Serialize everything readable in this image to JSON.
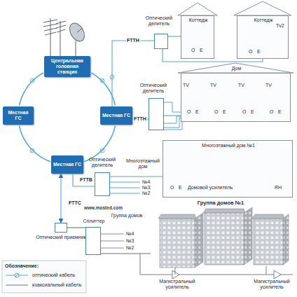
{
  "diagram": {
    "nodes": [
      {
        "text": [
          "Центральная головная станция"
        ]
      },
      {
        "text": [
          "Местная ГС"
        ]
      },
      {
        "text": [
          "Местная ГС"
        ]
      },
      {
        "text": [
          "Местная ГС"
        ]
      },
      {
        "text": [
          "Оптический делитель"
        ]
      },
      {
        "text": [
          "Коттедж"
        ]
      },
      {
        "text": [
          "Коттедж"
        ]
      },
      {
        "text": [
          "Оптический делитель"
        ]
      },
      {
        "text": [
          "Дом"
        ]
      },
      {
        "text": [
          "Многоэтажный дом №1"
        ]
      },
      {
        "text": [
          "Оптический делитель"
        ]
      },
      {
        "text": [
          "Оптический приемник"
        ]
      },
      {
        "text": [
          "Сплиттер"
        ]
      },
      {
        "text": [
          "Группа домов №1"
        ]
      }
    ],
    "edges": [
      {
        "from": 0,
        "to": 2,
        "arrow": "none"
      },
      {
        "from": 2,
        "to": 3,
        "arrow": "none"
      },
      {
        "from": 3,
        "to": 1,
        "arrow": "none"
      },
      {
        "from": 1,
        "to": 0,
        "arrow": "none"
      },
      {
        "from": 2,
        "to": 4,
        "label": "FTTH",
        "arrow": "none"
      },
      {
        "from": 2,
        "to": 7,
        "label": "FTTH",
        "arrow": "none"
      },
      {
        "from": 3,
        "to": 10,
        "label": "FTTB",
        "arrow": "none"
      },
      {
        "from": 3,
        "to": 11,
        "label": "FTTC",
        "arrow": "both"
      },
      {
        "from": 4,
        "to": 5,
        "arrow": "none"
      },
      {
        "from": 4,
        "to": 6,
        "arrow": "none"
      },
      {
        "from": 7,
        "to": 8,
        "arrow": "none"
      },
      {
        "from": 10,
        "to": 9,
        "arrow": "none"
      },
      {
        "from": 11,
        "to": 12,
        "arrow": "none"
      },
      {
        "from": 12,
        "to": 13,
        "arrow": "none"
      }
    ],
    "labels": [
      "TV",
      "TV",
      "TV",
      "TV",
      "Tv2",
      "O",
      "E",
      "O",
      "E",
      "O",
      "E",
      "O",
      "E",
      "O",
      "E",
      "O",
      "E",
      "O",
      "E",
      "Домовой усилитель",
      "RH",
      "Многоэтажный дом",
      "№4",
      "№3",
      "№2",
      "Группа домов",
      "№4",
      "№3",
      "№2",
      "www.mosted.com",
      "Магистральный усилитель",
      "Магистральный усилитель",
      "Обозначение:"
    ],
    "legend": [
      {
        "text": "оптический кабель"
      },
      {
        "text": "коаксиальный кабель"
      }
    ]
  }
}
